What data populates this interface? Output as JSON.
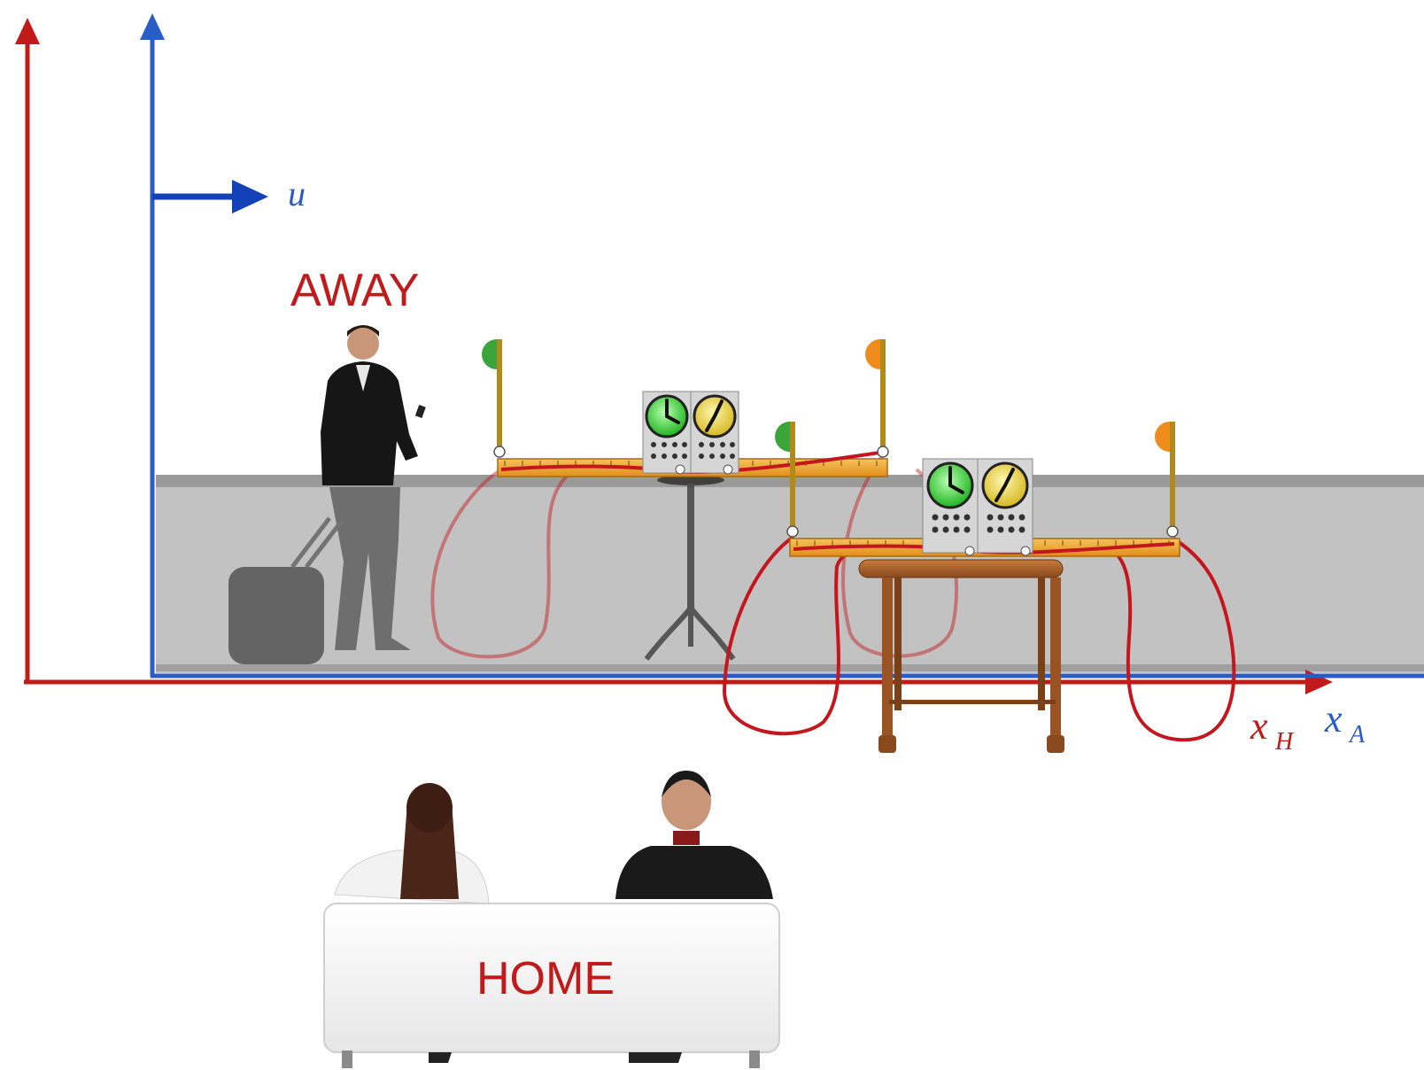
{
  "labels": {
    "away": "AWAY",
    "home": "HOME",
    "u": "u",
    "x_home": "x",
    "x_home_sub": "H",
    "x_away": "x",
    "x_away_sub": "A"
  },
  "colors": {
    "home_frame": "#c01a1a",
    "away_frame": "#2a5cc8",
    "platform": "#c2c2c2",
    "platform_top": "#9a9a9a",
    "ruler": "#f0a830",
    "clock_green": "#2fd12f",
    "clock_yellow": "#e8d23a",
    "flag_green": "#3aa53a",
    "flag_orange": "#f08c1e",
    "table_wood": "#a25a2a",
    "cable": "#c4161c"
  },
  "icons": {
    "walking_man": "traveler-with-suitcase-icon",
    "seated_viewers": "couple-on-sofa-icon",
    "clock_unit": "twin-clock-device-icon",
    "flag": "signal-flag-icon"
  }
}
